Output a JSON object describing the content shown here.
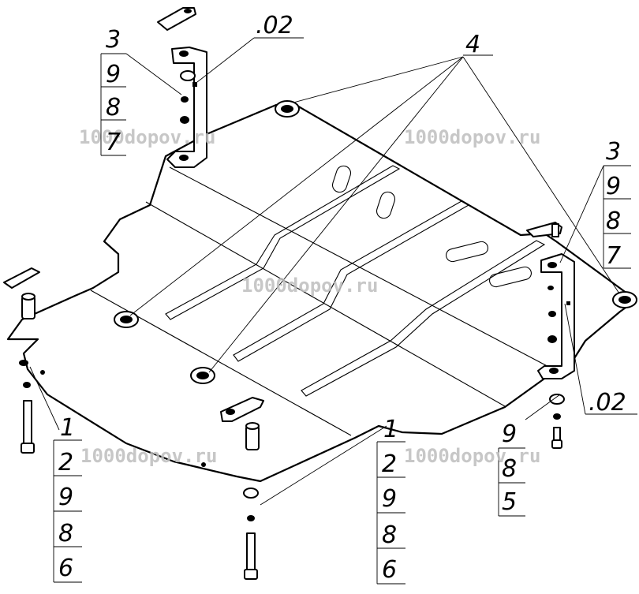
{
  "watermark": "1000dopov.ru",
  "callouts": {
    "top_left_stack": [
      "3",
      "9",
      "8",
      "7"
    ],
    "top_left_code": ".02",
    "top_right_group": "4",
    "right_stack": [
      "3",
      "9",
      "8",
      "7"
    ],
    "right_code": ".02",
    "right_bottom_stack": [
      "9",
      "8",
      "5"
    ],
    "bottom_left_stack": [
      "1",
      "2",
      "9",
      "8",
      "6"
    ],
    "bottom_center_stack": [
      "1",
      "2",
      "9",
      "8",
      "6"
    ]
  }
}
